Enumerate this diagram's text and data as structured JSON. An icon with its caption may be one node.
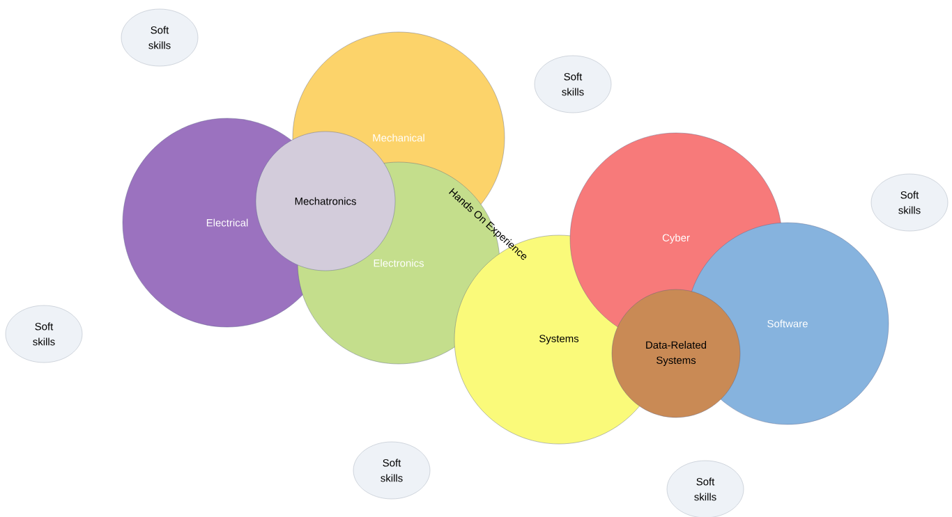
{
  "diagram": {
    "nodes": [
      {
        "text": [
          "Soft skills"
        ]
      },
      {
        "text": [
          "Mechanical"
        ]
      },
      {
        "text": [
          "Soft skills"
        ]
      },
      {
        "text": [
          "Electrical"
        ]
      },
      {
        "text": [
          "Mechatronics"
        ]
      },
      {
        "text": [
          "Electronics"
        ]
      },
      {
        "text": [
          "Cyber"
        ]
      },
      {
        "text": [
          "Soft skills"
        ]
      },
      {
        "text": [
          "Software"
        ]
      },
      {
        "text": [
          "Soft skills"
        ]
      },
      {
        "text": [
          "Systems"
        ]
      },
      {
        "text": [
          "Data-Related Systems"
        ]
      },
      {
        "text": [
          "Soft skills"
        ]
      },
      {
        "text": [
          "Soft skills"
        ]
      }
    ],
    "labels": [
      "Hands On Experience"
    ]
  }
}
